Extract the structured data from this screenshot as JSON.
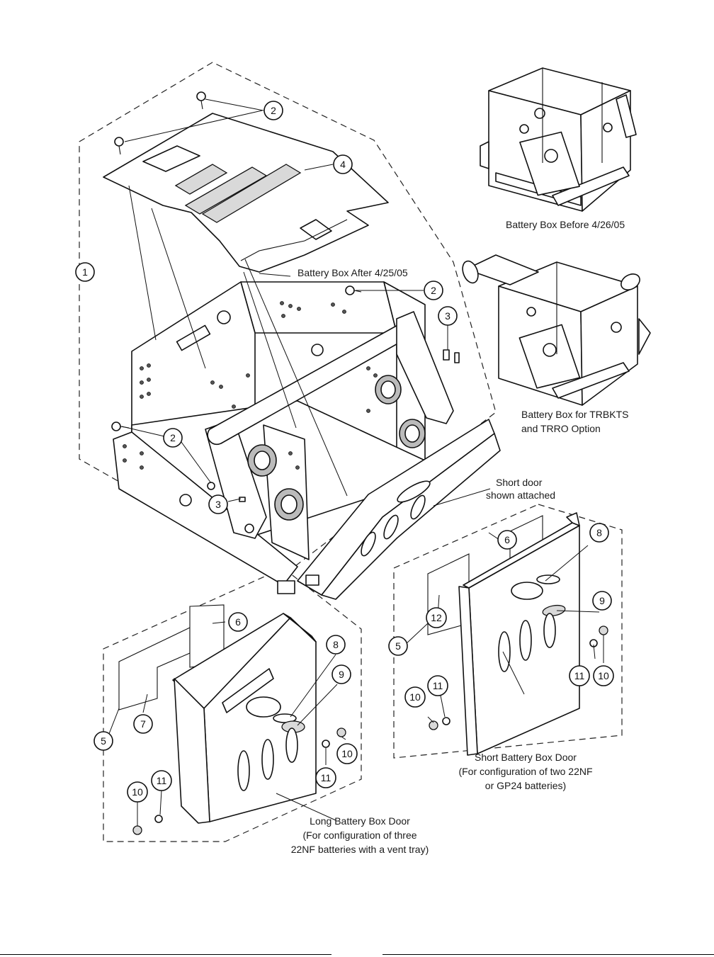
{
  "labels": {
    "main_box": "Battery Box After 4/25/05",
    "before_box": "Battery Box Before 4/26/05",
    "trbkts_line1": "Battery Box for TRBKTS",
    "trbkts_line2": "and TRRO Option",
    "short_attached_line1": "Short door",
    "short_attached_line2": "shown attached",
    "short_door_line1": "Short Battery Box Door",
    "short_door_line2": "(For configuration of two 22NF",
    "short_door_line3": "or GP24 batteries)",
    "long_door_line1": "Long Battery Box Door",
    "long_door_line2": "(For configuration of three",
    "long_door_line3": "22NF batteries with a vent tray)"
  },
  "callouts": {
    "c1": "1",
    "c2a": "2",
    "c2b": "2",
    "c2c": "2",
    "c3a": "3",
    "c3b": "3",
    "c4": "4",
    "c5_short": "5",
    "c6_short": "6",
    "c8_short": "8",
    "c9_short": "9",
    "c10_short_right": "10",
    "c11_short_right": "11",
    "c10_short_left": "10",
    "c11_short_left": "11",
    "c12_short": "12",
    "c5_long": "5",
    "c6_long": "6",
    "c7_long": "7",
    "c8_long": "8",
    "c9_long": "9",
    "c10_long_right": "10",
    "c11_long_right": "11",
    "c10_long_left": "10",
    "c11_long_left": "11"
  }
}
